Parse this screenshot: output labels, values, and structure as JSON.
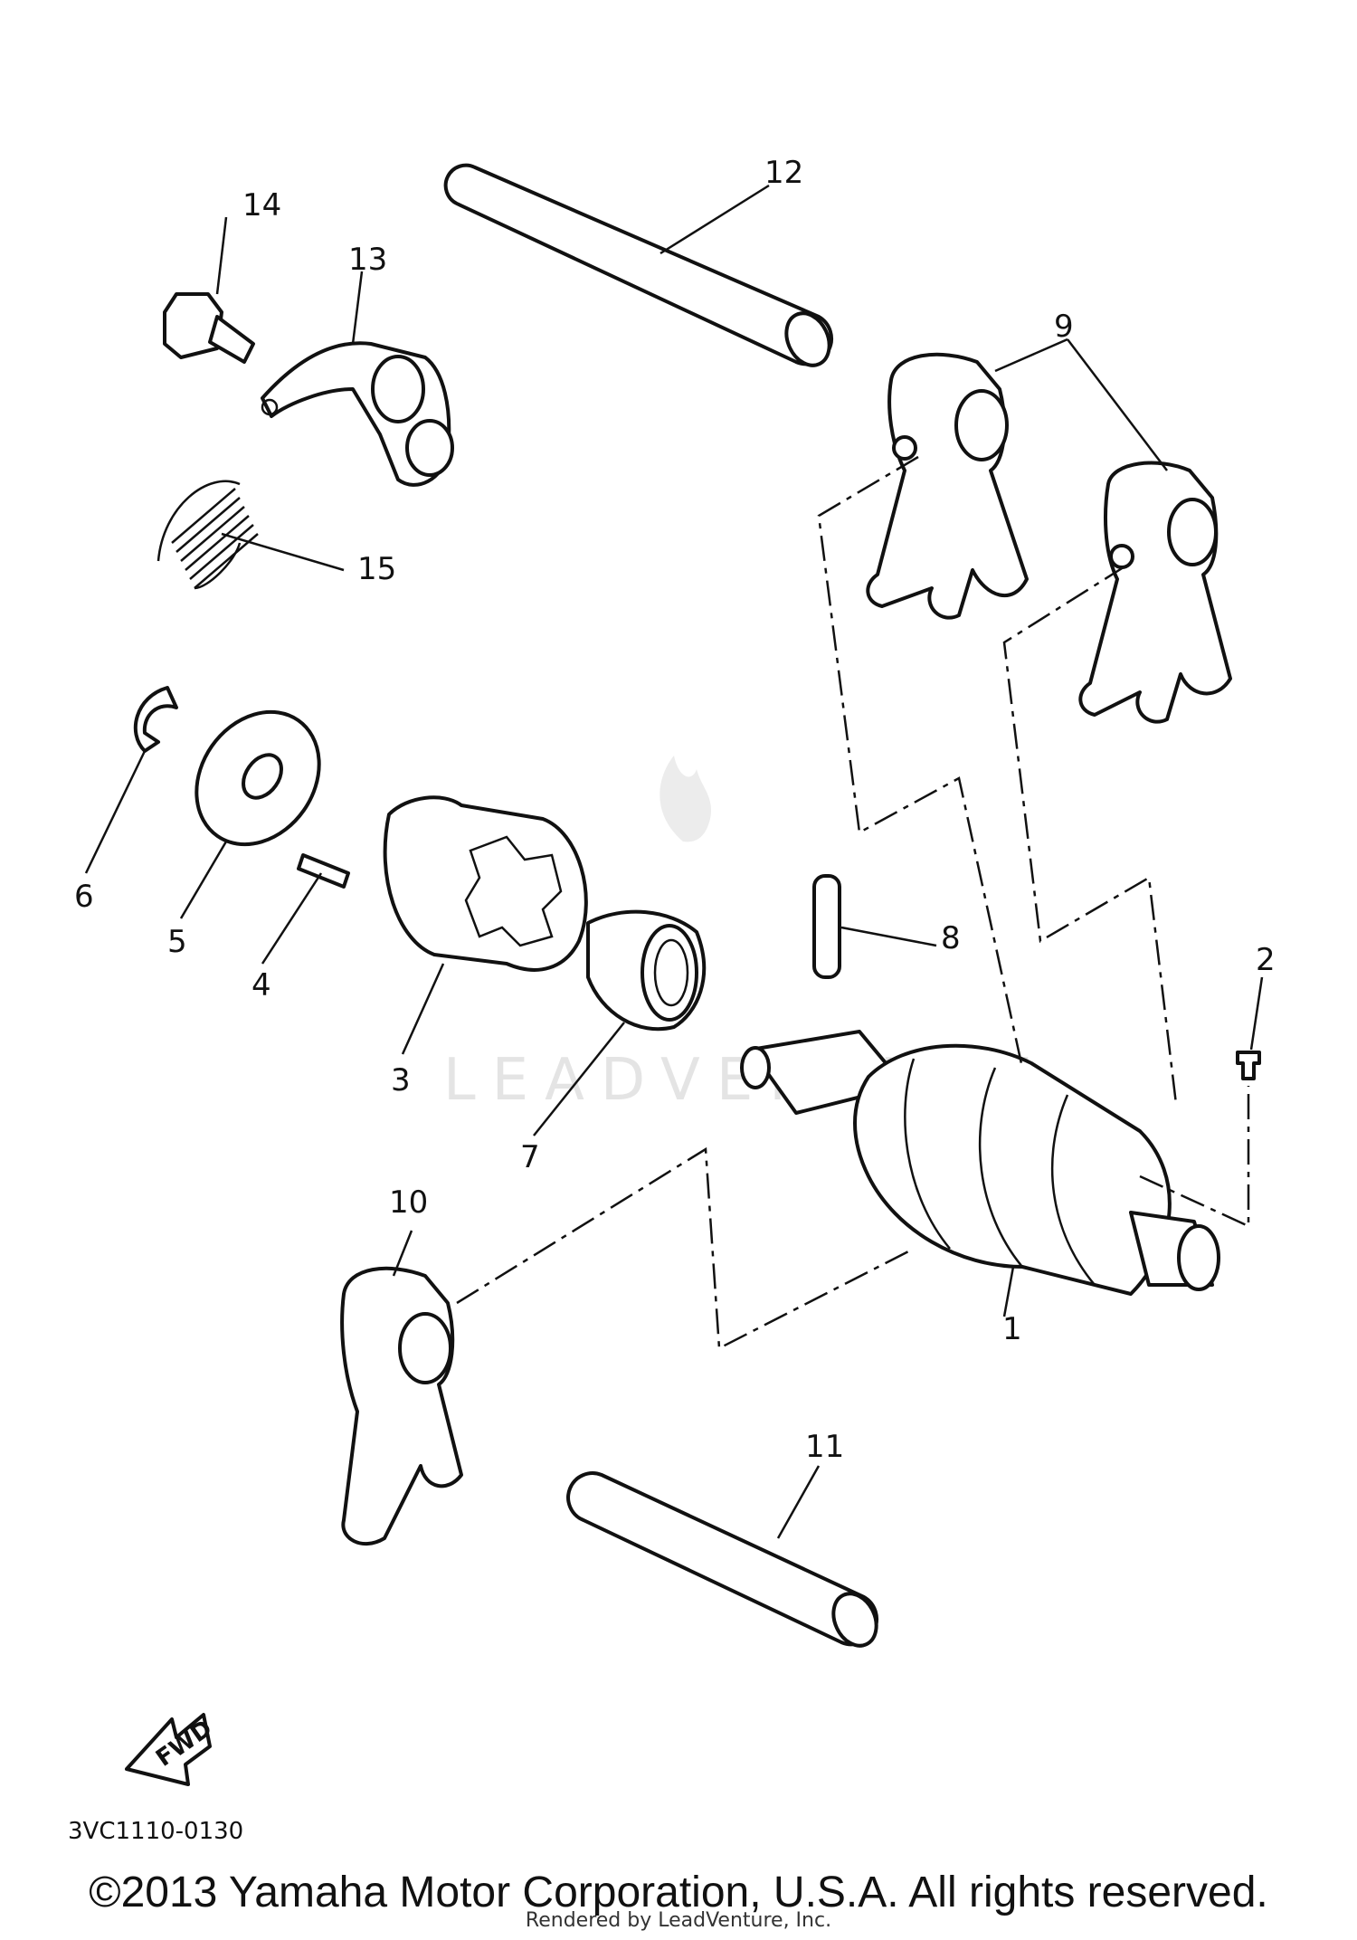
{
  "callouts": [
    "1",
    "2",
    "3",
    "4",
    "5",
    "6",
    "7",
    "8",
    "9",
    "10",
    "11",
    "12",
    "13",
    "14",
    "15"
  ],
  "fwd_label": "FWD",
  "diagram_code": "3VC1110-0130",
  "copyright": "©2013 Yamaha Motor Corporation, U.S.A. All rights reserved.",
  "rendered_by": "Rendered by LeadVenture, Inc.",
  "watermark": "LEADVENTURE"
}
